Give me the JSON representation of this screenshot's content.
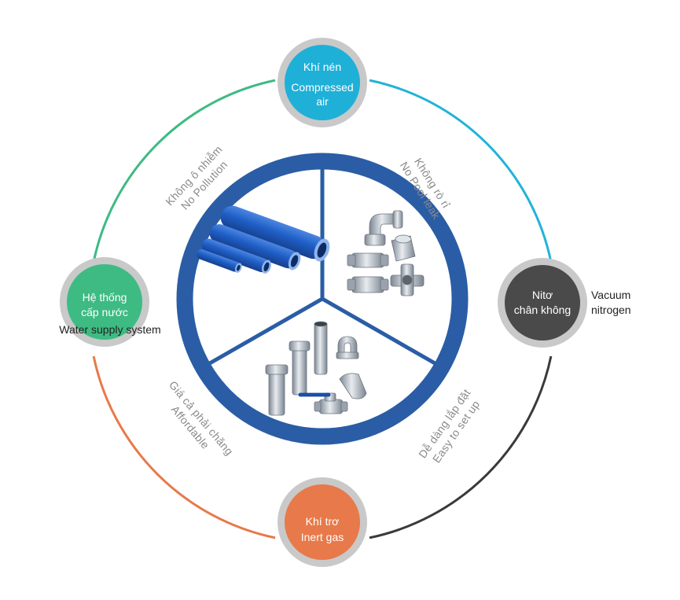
{
  "nodes": {
    "top": {
      "line1": "Khí nén",
      "line2": "Compressed",
      "line3": "air",
      "color": "#1fb0d8"
    },
    "right": {
      "line1": "Nitơ",
      "line2": "chân không",
      "outside1": "Vacuum",
      "outside2": "nitrogen",
      "color": "#4a4a4a"
    },
    "bottom": {
      "line1": "Khí trơ",
      "line2": "Inert gas",
      "color": "#e8794a"
    },
    "left": {
      "line1": "Hệ thống",
      "line2": "cấp nước",
      "outside": "Water supply system",
      "color": "#3dbb83"
    }
  },
  "arc_colors": {
    "top_right": "#22b3d9",
    "right_bottom": "#3a3a3a",
    "bottom_left": "#e8794a",
    "left_top": "#3dbb83"
  },
  "benefits": {
    "top_right": {
      "vi": "Không rò rỉ",
      "en": "No Pool leak"
    },
    "top_left": {
      "vi": "Không ô nhiễm",
      "en": "No Pollution"
    },
    "bottom_left": {
      "vi": "Giá cả phải chăng",
      "en": "Affordable"
    },
    "bottom_right": {
      "vi": "Dễ dàng lắp đặt",
      "en": "Easy to set up"
    }
  },
  "ring_color": "#2a5da5",
  "node_ring_color": "#c9c9c9",
  "products": {
    "segment1": "blue-aluminium-pipes",
    "segment2": "stainless-pipe-fittings",
    "segment3": "valves-and-couplings"
  }
}
